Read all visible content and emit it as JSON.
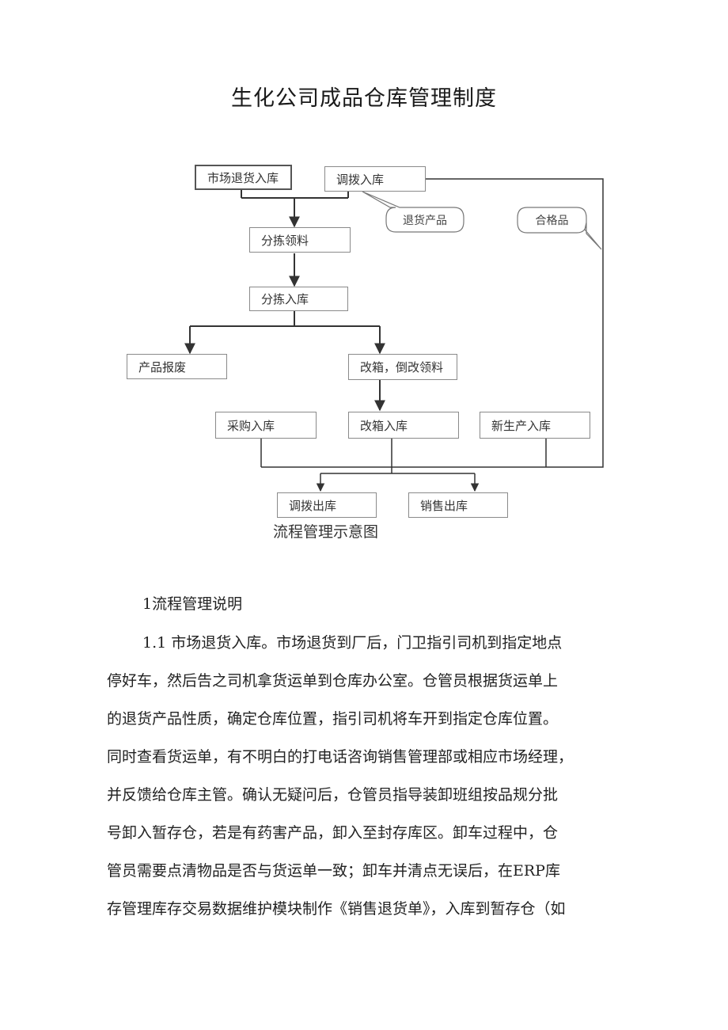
{
  "title": "生化公司成品仓库管理制度",
  "diagram": {
    "boxes": {
      "market_return": "市场退货入库",
      "transfer_in": "调拨入库",
      "sort_pick": "分拣领料",
      "sort_in": "分拣入库",
      "scrap": "产品报废",
      "rebox_pick": "改箱，倒改领料",
      "purchase_in": "采购入库",
      "rebox_in": "改箱入库",
      "new_production_in": "新生产入库",
      "transfer_out": "调拨出库",
      "sales_out": "销售出库"
    },
    "callouts": {
      "returned_products": "退货产品",
      "qualified": "合格品"
    },
    "caption": "流程管理示意图"
  },
  "section_heading": "1流程管理说明",
  "paragraph_lines": [
    "1.1  市场退货入库。市场退货到厂后，门卫指引司机到指定地点",
    "停好车，然后告之司机拿货运单到仓库办公室。仓管员根据货运单上",
    "的退货产品性质，确定仓库位置，指引司机将车开到指定仓库位置。",
    "同时查看货运单，有不明白的打电话咨询销售管理部或相应市场经理，",
    "并反馈给仓库主管。确认无疑问后，仓管员指导装卸班组按品规分批",
    "号卸入暂存仓，若是有药害产品，卸入至封存库区。卸车过程中，仓",
    "管员需要点清物品是否与货运单一致；卸车并清点无误后，在ERP库",
    "存管理库存交易数据维护模块制作《销售退货单》，入库到暂存仓（如"
  ]
}
